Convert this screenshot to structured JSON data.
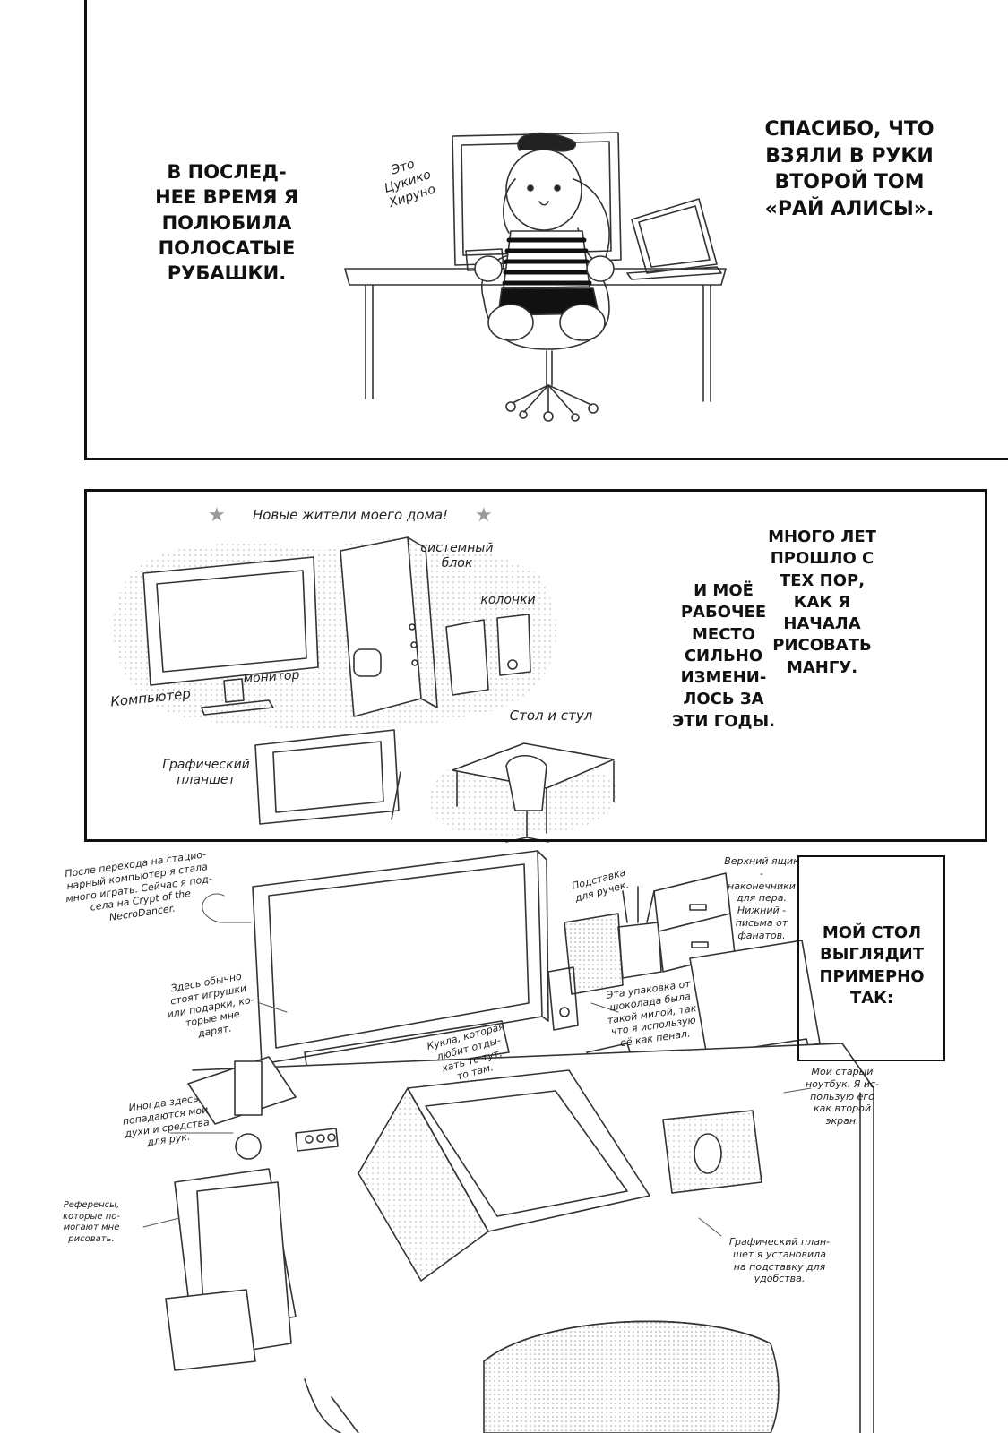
{
  "panel1": {
    "left_caption": "В ПОСЛЕД-\nНЕЕ ВРЕМЯ Я\nПОЛЮБИЛА\nПОЛОСАТЫЕ\nРУБАШКИ.",
    "right_caption": "СПАСИБО, ЧТО\nВЗЯЛИ В РУКИ\nВТОРОЙ ТОМ\n«РАЙ АЛИСЫ».",
    "name_note": "Это\nЦукико\nХируно"
  },
  "panel2": {
    "title": "Новые жители моего дома!",
    "labels": {
      "system_unit": "системный\nблок",
      "speakers": "колонки",
      "computer": "Компьютер",
      "monitor": "монитор",
      "table_chair": "Стол и стул",
      "tablet": "Графический\nпланшет"
    },
    "caption_left": "И МОЁ\nРАБОЧЕЕ\nМЕСТО\nСИЛЬНО\nИЗМЕНИ-\nЛОСЬ ЗА\nЭТИ ГОДЫ.",
    "caption_right": "МНОГО ЛЕТ\nПРОШЛО С\nТЕХ ПОР,\nКАК Я\nНАЧАЛА\nРИСОВАТЬ\nМАНГУ."
  },
  "panel3": {
    "caption": "МОЙ СТОЛ\nВЫГЛЯДИТ\nПРИМЕРНО\nТАК:",
    "notes": {
      "games": "После перехода на стацио-\nнарный компьютер я стала\nмного играть. Сейчас я под-\nсела на Crypt of the\nNecroDancer.",
      "pen_stand": "Подставка\nдля ручек.",
      "drawers": "Верхний ящик -\nнаконечники\nдля пера.\nНижний -\nписьма от\nфанатов.",
      "toys": "Здесь обычно\nстоят игрушки\nили подарки, ко-\nторые мне\nдарят.",
      "chocolate": "Эта упаковка от\nшоколада была\nтакой милой, так\nчто я использую\nеё как пенал.",
      "doll": "Кукла, которая\nлюбит отды-\nхать то тут,\nто там.",
      "notebook": "Мой старый\nноутбук. Я ис-\nпользую его\nкак второй\nэкран.",
      "perfume": "Иногда здесь\nпопадаются мои\nдухи и средства\nдля рук.",
      "references": "Референсы,\nкоторые по-\nмогают мне\nрисовать.",
      "tablet_stand": "Графический план-\nшет я установила\nна подставку для\nудобства."
    }
  }
}
